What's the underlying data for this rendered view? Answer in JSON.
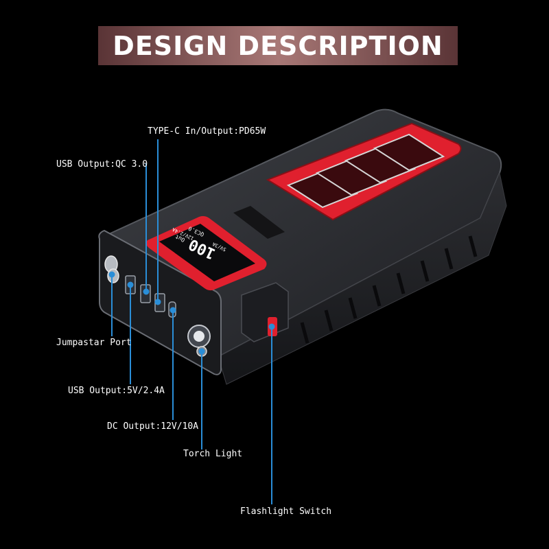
{
  "title": "DESIGN DESCRIPTION",
  "colors": {
    "background": "#000000",
    "banner": "#a87876",
    "accent": "#e0202e",
    "leader": "#2a8ed8"
  },
  "device": {
    "display": {
      "value": "100",
      "labels": [
        "Out",
        "12V/2.4A",
        "QC3.0",
        "5V/3A"
      ]
    }
  },
  "callouts": {
    "type_c": "TYPE-C In/Output:PD65W",
    "usb_qc": "USB Output:QC 3.0",
    "jumpstar": "Jumpastar Port",
    "usb_5v": "USB Output:5V/2.4A",
    "dc": "DC Output:12V/10A",
    "torch": "Torch Light",
    "flash_switch": "Flashlight Switch"
  }
}
